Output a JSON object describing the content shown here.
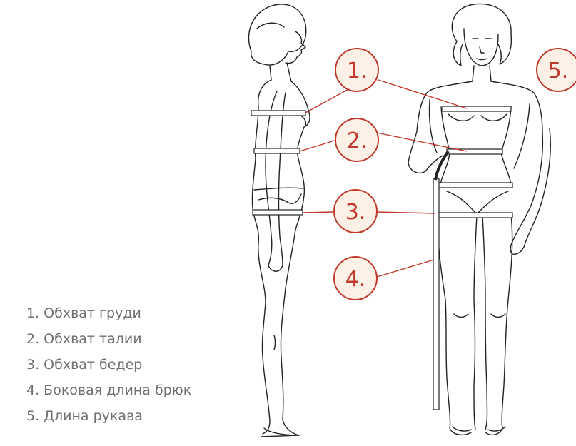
{
  "legend": {
    "items": [
      "1. Обхват груди",
      "2. Обхват талии",
      "3. Обхват бедер",
      "4. Боковая длина брюк",
      "5. Длина рукава"
    ]
  },
  "badges": [
    "1.",
    "2.",
    "3.",
    "4.",
    "5."
  ],
  "colors": {
    "accent": "#c0392b",
    "badge_fill": "#fdf1e7",
    "line_art": "#222222",
    "legend_text": "#6f6f6f"
  }
}
